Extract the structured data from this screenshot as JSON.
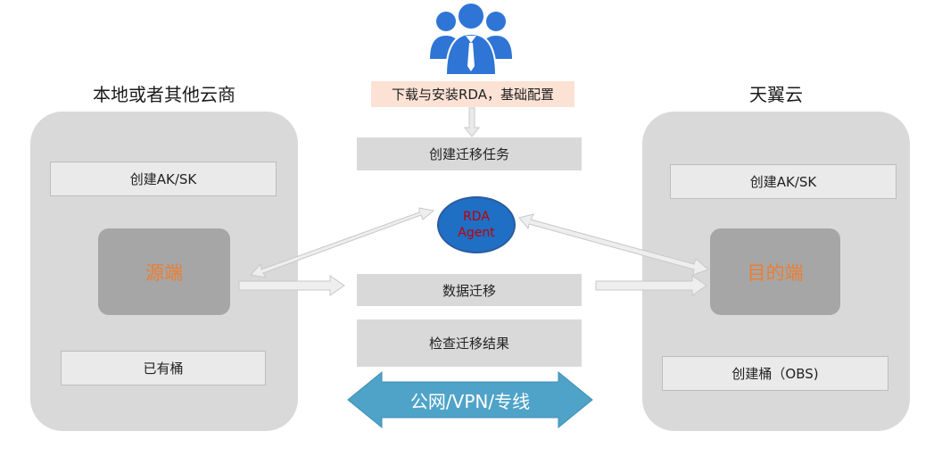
{
  "left": {
    "heading": "本地或者其他云商",
    "box_top": "创建AK/SK",
    "node": "源端",
    "box_bottom": "已有桶"
  },
  "right": {
    "heading": "天翼云",
    "box_top": "创建AK/SK",
    "node": "目的端",
    "box_bottom": "创建桶（OBS)"
  },
  "center": {
    "users_icon": "users-group-icon",
    "top_step": "下载与安装RDA，基础配置",
    "step_create_task": "创建迁移任务",
    "agent_line1": "RDA",
    "agent_line2": "Agent",
    "step_migrate": "数据迁移",
    "step_check": "检查迁移结果",
    "network": "公网/VPN/专线"
  },
  "colors": {
    "panel": "#d9d9d9",
    "node": "#a6a6a6",
    "node_text": "#ed7d31",
    "agent_fill": "#1f6fc5",
    "agent_text": "#c00000",
    "users_icon": "#2e75d6",
    "top_step_fill": "#fbe2d5",
    "network_arrow": "#4fa3c8"
  }
}
